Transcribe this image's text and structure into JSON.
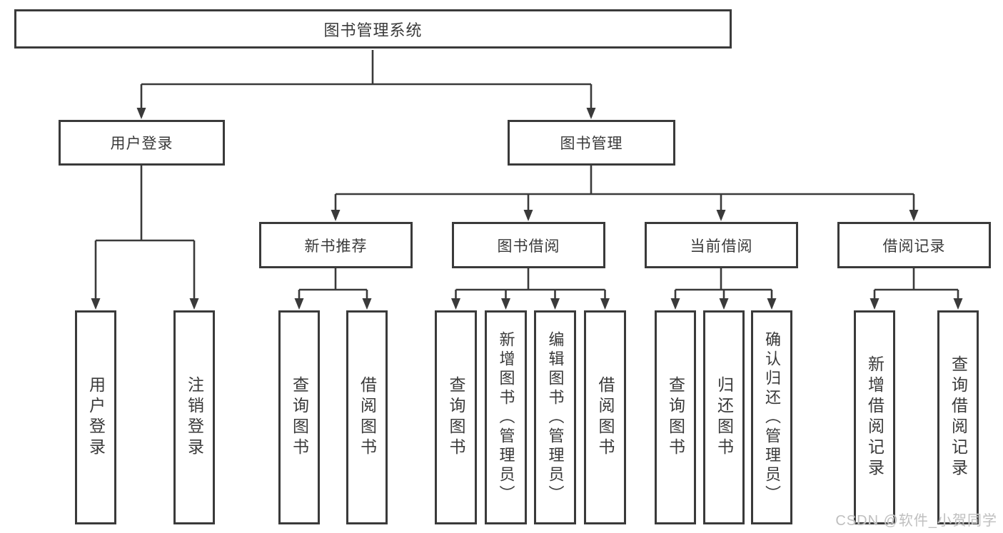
{
  "colors": {
    "line": "#3a3a3a",
    "text": "#3a3a3a",
    "background": "#ffffff",
    "watermark_color": "#bfbfbf"
  },
  "watermark": "CSDN @软件_小贺同学",
  "tree": {
    "root": {
      "label": "图书管理系统"
    },
    "branches": [
      {
        "label": "用户登录",
        "children": [
          {
            "label": "用户登录"
          },
          {
            "label": "注销登录"
          }
        ]
      },
      {
        "label": "图书管理",
        "groups": [
          {
            "label": "新书推荐",
            "children": [
              {
                "label": "查询图书"
              },
              {
                "label": "借阅图书"
              }
            ]
          },
          {
            "label": "图书借阅",
            "children": [
              {
                "label": "查询图书"
              },
              {
                "label": "新增图书（管理员）"
              },
              {
                "label": "编辑图书（管理员）"
              },
              {
                "label": "借阅图书"
              }
            ]
          },
          {
            "label": "当前借阅",
            "children": [
              {
                "label": "查询图书"
              },
              {
                "label": "归还图书"
              },
              {
                "label": "确认归还（管理员）"
              }
            ]
          },
          {
            "label": "借阅记录",
            "children": [
              {
                "label": "新增借阅记录"
              },
              {
                "label": "查询借阅记录"
              }
            ]
          }
        ]
      }
    ]
  }
}
